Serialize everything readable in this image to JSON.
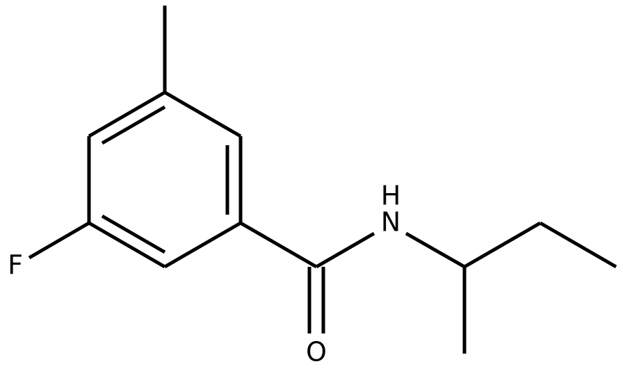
{
  "molecule": {
    "atoms": {
      "fluorine": "F",
      "nitrogen": "N",
      "hydrogen": "H",
      "oxygen": "O"
    }
  }
}
